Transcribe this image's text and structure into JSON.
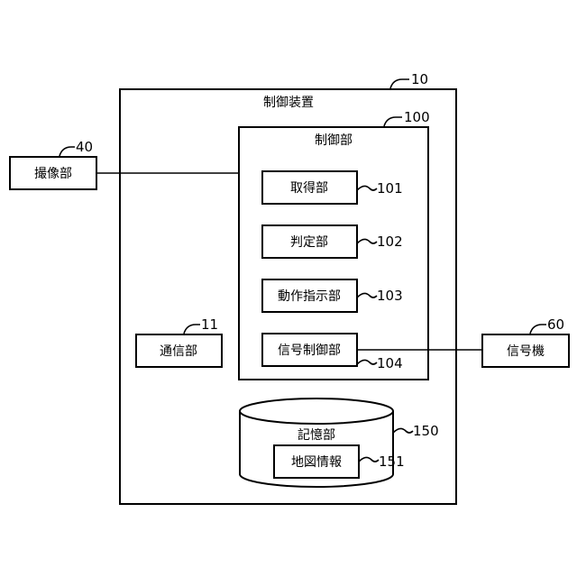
{
  "device": {
    "label": "制御装置",
    "ref": "10"
  },
  "control_unit": {
    "label": "制御部",
    "ref": "100"
  },
  "acquisition_unit": {
    "label": "取得部",
    "ref": "101"
  },
  "determination_unit": {
    "label": "判定部",
    "ref": "102"
  },
  "motion_instruction_unit": {
    "label": "動作指示部",
    "ref": "103"
  },
  "signal_control_unit": {
    "label": "信号制御部",
    "ref": "104"
  },
  "communication_unit": {
    "label": "通信部",
    "ref": "11"
  },
  "imaging_unit": {
    "label": "撮像部",
    "ref": "40"
  },
  "signal_device": {
    "label": "信号機",
    "ref": "60"
  },
  "storage_unit": {
    "label": "記憶部",
    "ref": "150"
  },
  "map_info": {
    "label": "地図情報",
    "ref": "151"
  }
}
